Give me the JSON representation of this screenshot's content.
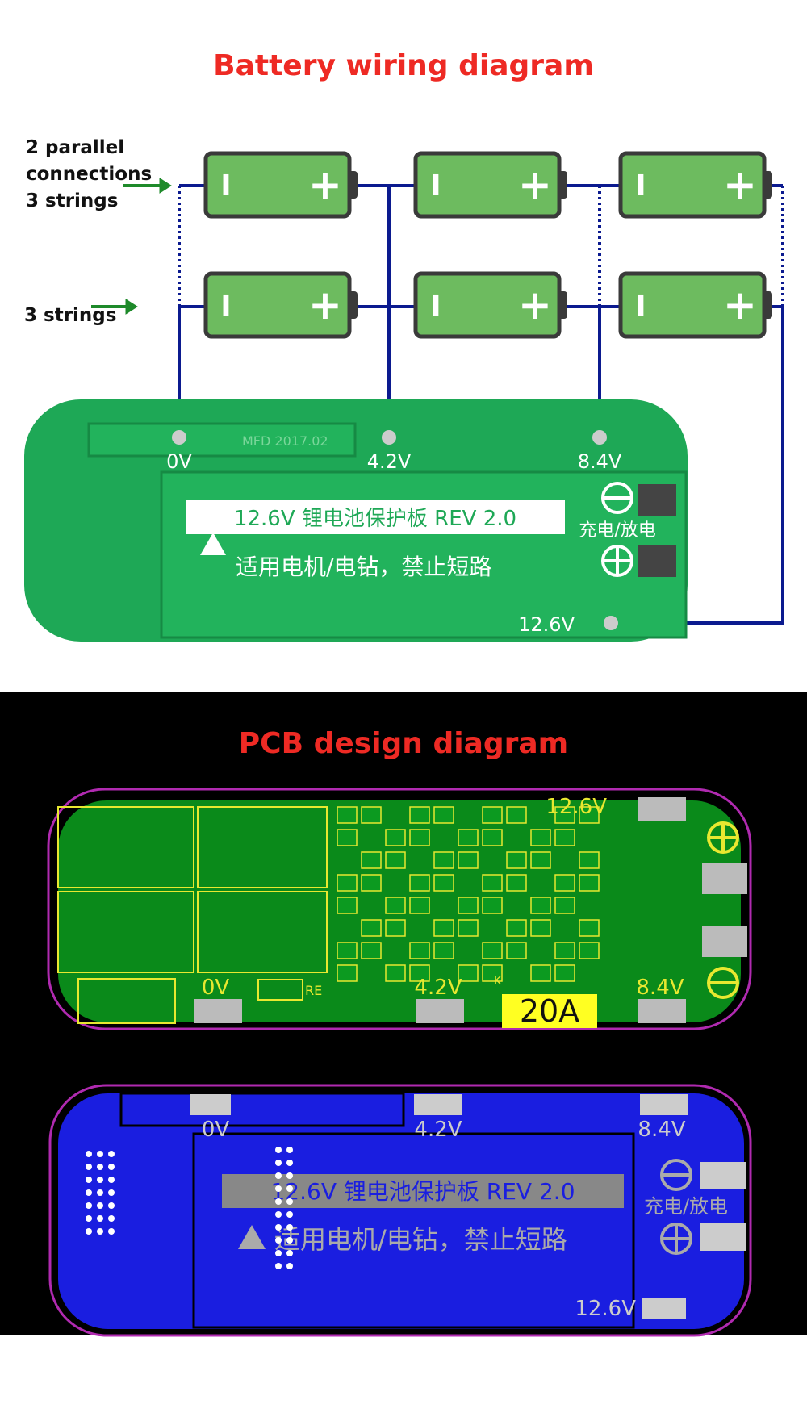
{
  "wiring": {
    "title": "Battery wiring diagram",
    "label_parallel_1": "2 parallel",
    "label_parallel_2": "connections",
    "label_parallel_3": "3 strings",
    "label_strings": "3 strings",
    "battery_minus": "I",
    "battery_plus": "+",
    "board": {
      "tap_0v": "0V",
      "tap_42v": "4.2V",
      "tap_84v": "8.4V",
      "tap_126v": "12.6V",
      "silk_date": "MFD 2017.02",
      "title_label": "12.6V 锂电池保护板 REV 2.0",
      "warning": "适用电机/电钻，禁止短路",
      "charge_discharge": "充电/放电"
    }
  },
  "pcb": {
    "title": "PCB design diagram",
    "green": {
      "v126": "12.6V",
      "v0": "0V",
      "v42": "4.2V",
      "v84": "8.4V",
      "current": "20A",
      "re": "RE",
      "k": "K"
    },
    "blue": {
      "v0": "0V",
      "v42": "4.2V",
      "v84": "8.4V",
      "v126": "12.6V",
      "title_label": "12.6V 锂电池保护板 REV 2.0",
      "warning": "适用电机/电钻，禁止短路",
      "charge_discharge": "充电/放电"
    }
  },
  "colors": {
    "title": "#ee2a24",
    "wire": "#0b1a8f",
    "battery": "#6dbb5f",
    "board": "#1ea856",
    "pcb_green": "#0a8a1a",
    "pcb_blue": "#1a1ee0",
    "outline": "#b02ab0",
    "silk": "#e8e830"
  }
}
